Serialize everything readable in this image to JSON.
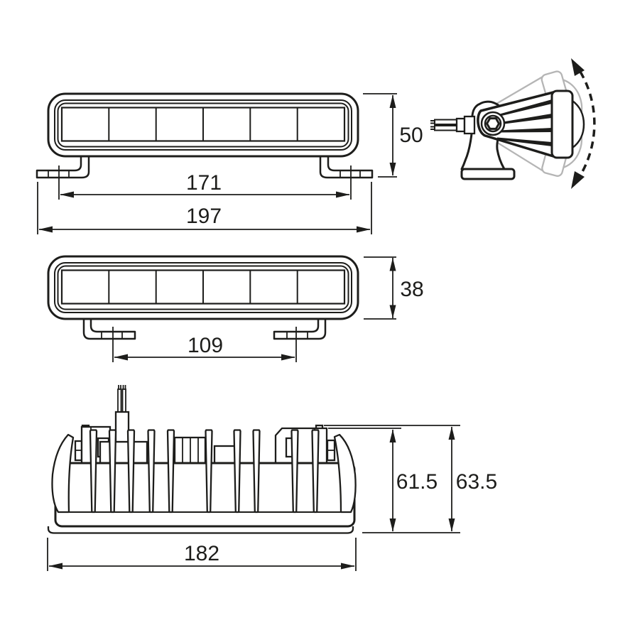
{
  "drawing": {
    "type": "technical-dimension-drawing",
    "subject": "6-LED light bar with adjustable mounting brackets",
    "units": "mm",
    "led_segments": 6,
    "colors": {
      "line": "#1d1d1b",
      "ghost": "#b5b5b5",
      "background": "#ffffff"
    }
  },
  "dims": {
    "front": {
      "height": "50",
      "hole_spacing": "171",
      "overall_width": "197"
    },
    "middle": {
      "body_height": "38",
      "inner_hole_spacing": "109"
    },
    "rear": {
      "bracket_height": "61.5",
      "overall_height": "63.5",
      "body_width": "182"
    }
  }
}
